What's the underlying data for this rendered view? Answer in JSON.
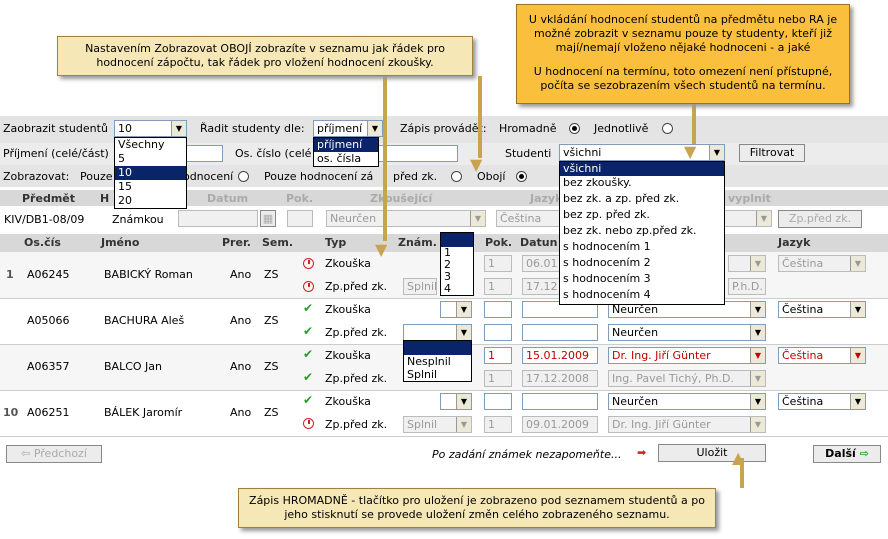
{
  "callouts": {
    "top_left": "Nastavením Zobrazovat OBOJÍ zobrazíte v seznamu jak řádek pro hodnocení zápočtu, tak řádek pro vložení hodnocení zkoušky.",
    "top_left_bold": "Zobrazovat OBOJÍ",
    "top_right_1": "U vkládání hodnocení studentů na předmětu nebo RA je možné zobrazit v seznamu pouze ty studenty, kteří již mají/nemají vloženo nějaké hodnoceni - a jaké",
    "top_right_2": "U hodnocení na termínu, toto omezení není přístupné, počíta se sezobrazením všech studentů na termínu.",
    "bottom": "Zápis HROMADNĚ - tlačítko pro uložení je zobrazeno pod seznamem studentů a po jeho stisknutí se provede uložení změn celého zobrazeného seznamu."
  },
  "filters": {
    "show_label": "Zaobrazit studentů",
    "show_value": "10",
    "show_options": [
      "Všechny",
      "5",
      "10",
      "15",
      "20"
    ],
    "sort_label": "Řadit studenty dle:",
    "sort_value": "příjmení",
    "sort_options": [
      "příjmení",
      "os. čísla"
    ],
    "entry_label": "Zápis provádět:",
    "bulk_label": "Hromadně",
    "single_label": "Jednotlivě",
    "surname_label": "Příjmení (celé/část)",
    "pid_label": "Os. číslo (celé",
    "students_label": "Studenti",
    "students_value": "všichni",
    "students_options": [
      "všichni",
      "bez zkoušky.",
      "bez zk. a zp. před zk.",
      "bez zp. před zk.",
      "bez zk. nebo zp.před zk.",
      "s hodnocením 1",
      "s hodnocením 2",
      "s hodnocením 3",
      "s hodnocením 4"
    ],
    "filter_btn": "Filtrovat",
    "display_label": "Zobrazovat:",
    "display_only_pre": "Pouze",
    "display_hodnoceni": "hodnocení",
    "display_only_pre2": "Pouze hodnocení zá",
    "display_pred_zk": "před zk.",
    "display_both": "Obojí"
  },
  "subject_header": {
    "predmet": "Předmět",
    "h": "H",
    "datum": "Datum",
    "pok": "Pok.",
    "zkousejici": "Zkoušející",
    "jazyk": "Jazyk",
    "vyplnit": "vyplnit"
  },
  "subject_row": {
    "code": "KIV/DB1-08/09",
    "value": "Známkou",
    "examiner": "Neurčen",
    "lang": "Čeština",
    "pred_btn": "Zp.před zk."
  },
  "table_header": {
    "num": "Os.čís",
    "name": "Jméno",
    "prer": "Prer.",
    "sem": "Sem.",
    "typ": "Typ",
    "znam": "Znám.",
    "pok": "Pok.",
    "datum": "Datun",
    "jazyk": "Jazyk"
  },
  "grade_options": [
    "1",
    "2",
    "3",
    "4"
  ],
  "pass_options": [
    "Nesplnil",
    "Splnil"
  ],
  "rows": [
    {
      "n": "1",
      "id": "A06245",
      "name": "BABICKÝ Roman",
      "prer": "Ano",
      "sem": "ZS",
      "r1": {
        "typ": "Zkouška",
        "pok": "1",
        "date": "06.01",
        "ex": "",
        "lang": "Čeština"
      },
      "r2": {
        "typ": "Zp.před zk.",
        "grade": "Splnil",
        "pok": "1",
        "date": "17.12",
        "ex": "P.h.D."
      }
    },
    {
      "n": "",
      "id": "A05066",
      "name": "BACHURA Aleš",
      "prer": "Ano",
      "sem": "ZS",
      "r1": {
        "typ": "Zkouška",
        "pok": "",
        "date": "",
        "ex": "Neurčen",
        "lang": "Čeština"
      },
      "r2": {
        "typ": "Zp.před zk.",
        "pok": "",
        "date": "",
        "ex": "Neurčen"
      }
    },
    {
      "n": "",
      "id": "A06357",
      "name": "BALCO Jan",
      "prer": "Ano",
      "sem": "ZS",
      "r1": {
        "typ": "Zkouška",
        "pok": "1",
        "date": "15.01.2009",
        "ex": "Dr. Ing. Jiří Günter",
        "lang": "Čeština"
      },
      "r2": {
        "typ": "Zp.před zk.",
        "pok": "1",
        "date": "17.12.2008",
        "ex": "Ing. Pavel Tichý, Ph.D."
      }
    },
    {
      "n": "10",
      "id": "A06251",
      "name": "BÁLEK Jaromír",
      "prer": "Ano",
      "sem": "ZS",
      "r1": {
        "typ": "Zkouška",
        "pok": "",
        "date": "",
        "ex": "Neurčen",
        "lang": "Čeština"
      },
      "r2": {
        "typ": "Zp.před zk.",
        "grade": "Splnil",
        "pok": "1",
        "date": "09.01.2009",
        "ex": "Dr. Ing. Jiří Günter"
      }
    }
  ],
  "footer": {
    "prev": "Předchozí",
    "hint": "Po zadání známek nezapomeňte...",
    "save": "Uložit",
    "next": "Další"
  },
  "colors": {
    "note": "#f6e7b6",
    "note_orange": "#fbbf3e",
    "select_hi": "#0a246a",
    "red": "#c00000"
  }
}
